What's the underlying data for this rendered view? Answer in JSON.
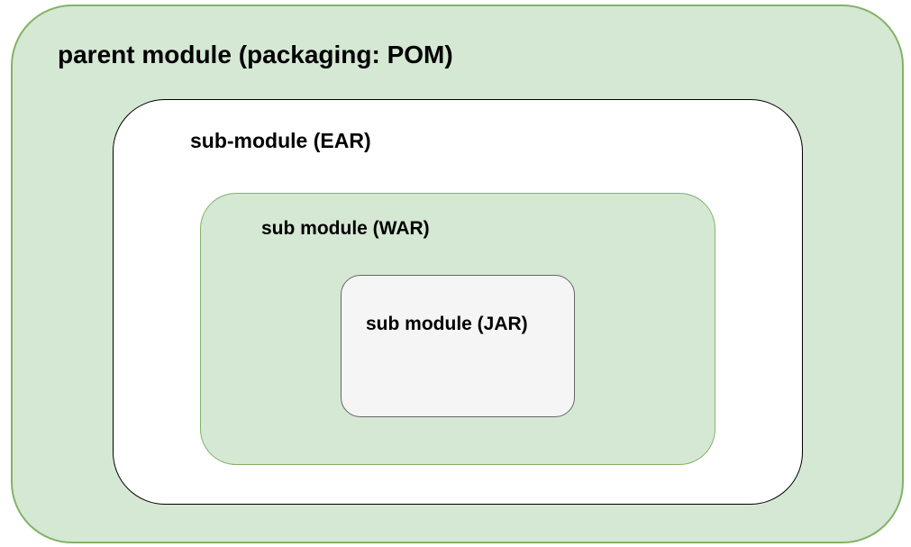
{
  "diagram": {
    "parent": {
      "label": "parent module (packaging: POM)",
      "fill": "#d5e8d4",
      "stroke": "#82b366"
    },
    "ear": {
      "label": "sub-module (EAR)",
      "fill": "#ffffff",
      "stroke": "#000000"
    },
    "war": {
      "label": "sub module (WAR)",
      "fill": "#d5e8d4",
      "stroke": "#82b366"
    },
    "jar": {
      "label": "sub module (JAR)",
      "fill": "#f5f5f5",
      "stroke": "#666666"
    }
  }
}
